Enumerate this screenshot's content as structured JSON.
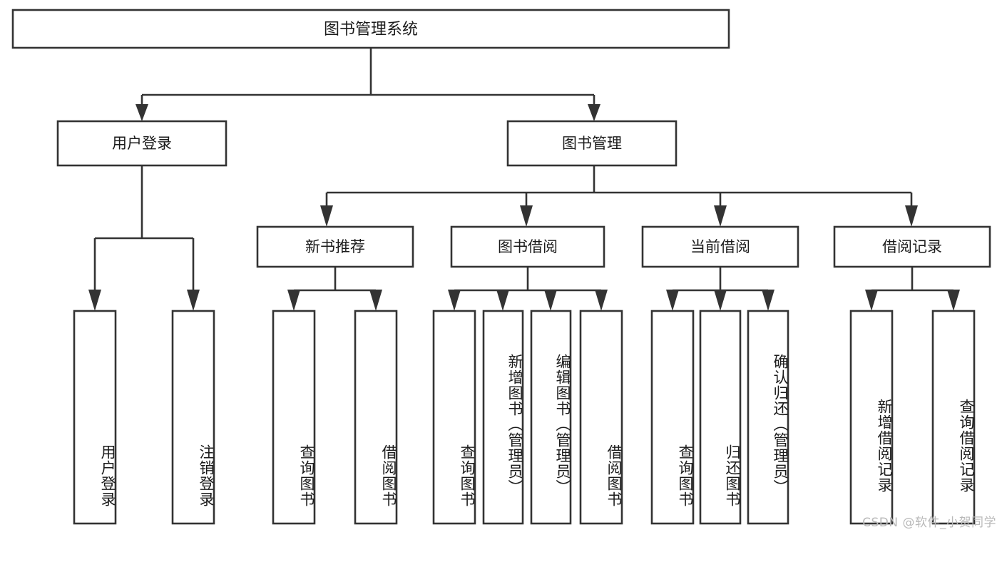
{
  "diagram": {
    "type": "tree",
    "title": "图书管理系统",
    "orientation": "top-down",
    "colors": {
      "box_fill": "#ffffff",
      "box_stroke": "#333333",
      "text": "#1b1b1b",
      "background": "#ffffff",
      "watermark": "#b9b9b9"
    },
    "levels": 4,
    "root": {
      "label": "图书管理系统"
    },
    "level2": [
      {
        "label": "用户登录"
      },
      {
        "label": "图书管理"
      }
    ],
    "level3": [
      {
        "label": "新书推荐"
      },
      {
        "label": "图书借阅"
      },
      {
        "label": "当前借阅"
      },
      {
        "label": "借阅记录"
      }
    ],
    "leaves": {
      "user_login": [
        {
          "label": "用户登录"
        },
        {
          "label": "注销登录"
        }
      ],
      "new_book_recommend": [
        {
          "label": "查询图书"
        },
        {
          "label": "借阅图书"
        }
      ],
      "book_borrow": [
        {
          "label": "查询图书"
        },
        {
          "label": "新增图书（管理员）"
        },
        {
          "label": "编辑图书（管理员）"
        },
        {
          "label": "借阅图书"
        }
      ],
      "current_borrow": [
        {
          "label": "查询图书"
        },
        {
          "label": "归还图书"
        },
        {
          "label": "确认归还（管理员）"
        }
      ],
      "borrow_record": [
        {
          "label": "新增借阅记录"
        },
        {
          "label": "查询借阅记录"
        }
      ]
    },
    "edges": [
      {
        "from": "图书管理系统",
        "to": "用户登录"
      },
      {
        "from": "图书管理系统",
        "to": "图书管理"
      },
      {
        "from": "用户登录",
        "to": "用户登录"
      },
      {
        "from": "用户登录",
        "to": "注销登录"
      },
      {
        "from": "图书管理",
        "to": "新书推荐"
      },
      {
        "from": "图书管理",
        "to": "图书借阅"
      },
      {
        "from": "图书管理",
        "to": "当前借阅"
      },
      {
        "from": "图书管理",
        "to": "借阅记录"
      },
      {
        "from": "新书推荐",
        "to": "查询图书"
      },
      {
        "from": "新书推荐",
        "to": "借阅图书"
      },
      {
        "from": "图书借阅",
        "to": "查询图书"
      },
      {
        "from": "图书借阅",
        "to": "新增图书（管理员）"
      },
      {
        "from": "图书借阅",
        "to": "编辑图书（管理员）"
      },
      {
        "from": "图书借阅",
        "to": "借阅图书"
      },
      {
        "from": "当前借阅",
        "to": "查询图书"
      },
      {
        "from": "当前借阅",
        "to": "归还图书"
      },
      {
        "from": "当前借阅",
        "to": "确认归还（管理员）"
      },
      {
        "from": "借阅记录",
        "to": "新增借阅记录"
      },
      {
        "from": "借阅记录",
        "to": "查询借阅记录"
      }
    ]
  },
  "watermark": {
    "text": "CSDN @软件_小贺同学"
  }
}
